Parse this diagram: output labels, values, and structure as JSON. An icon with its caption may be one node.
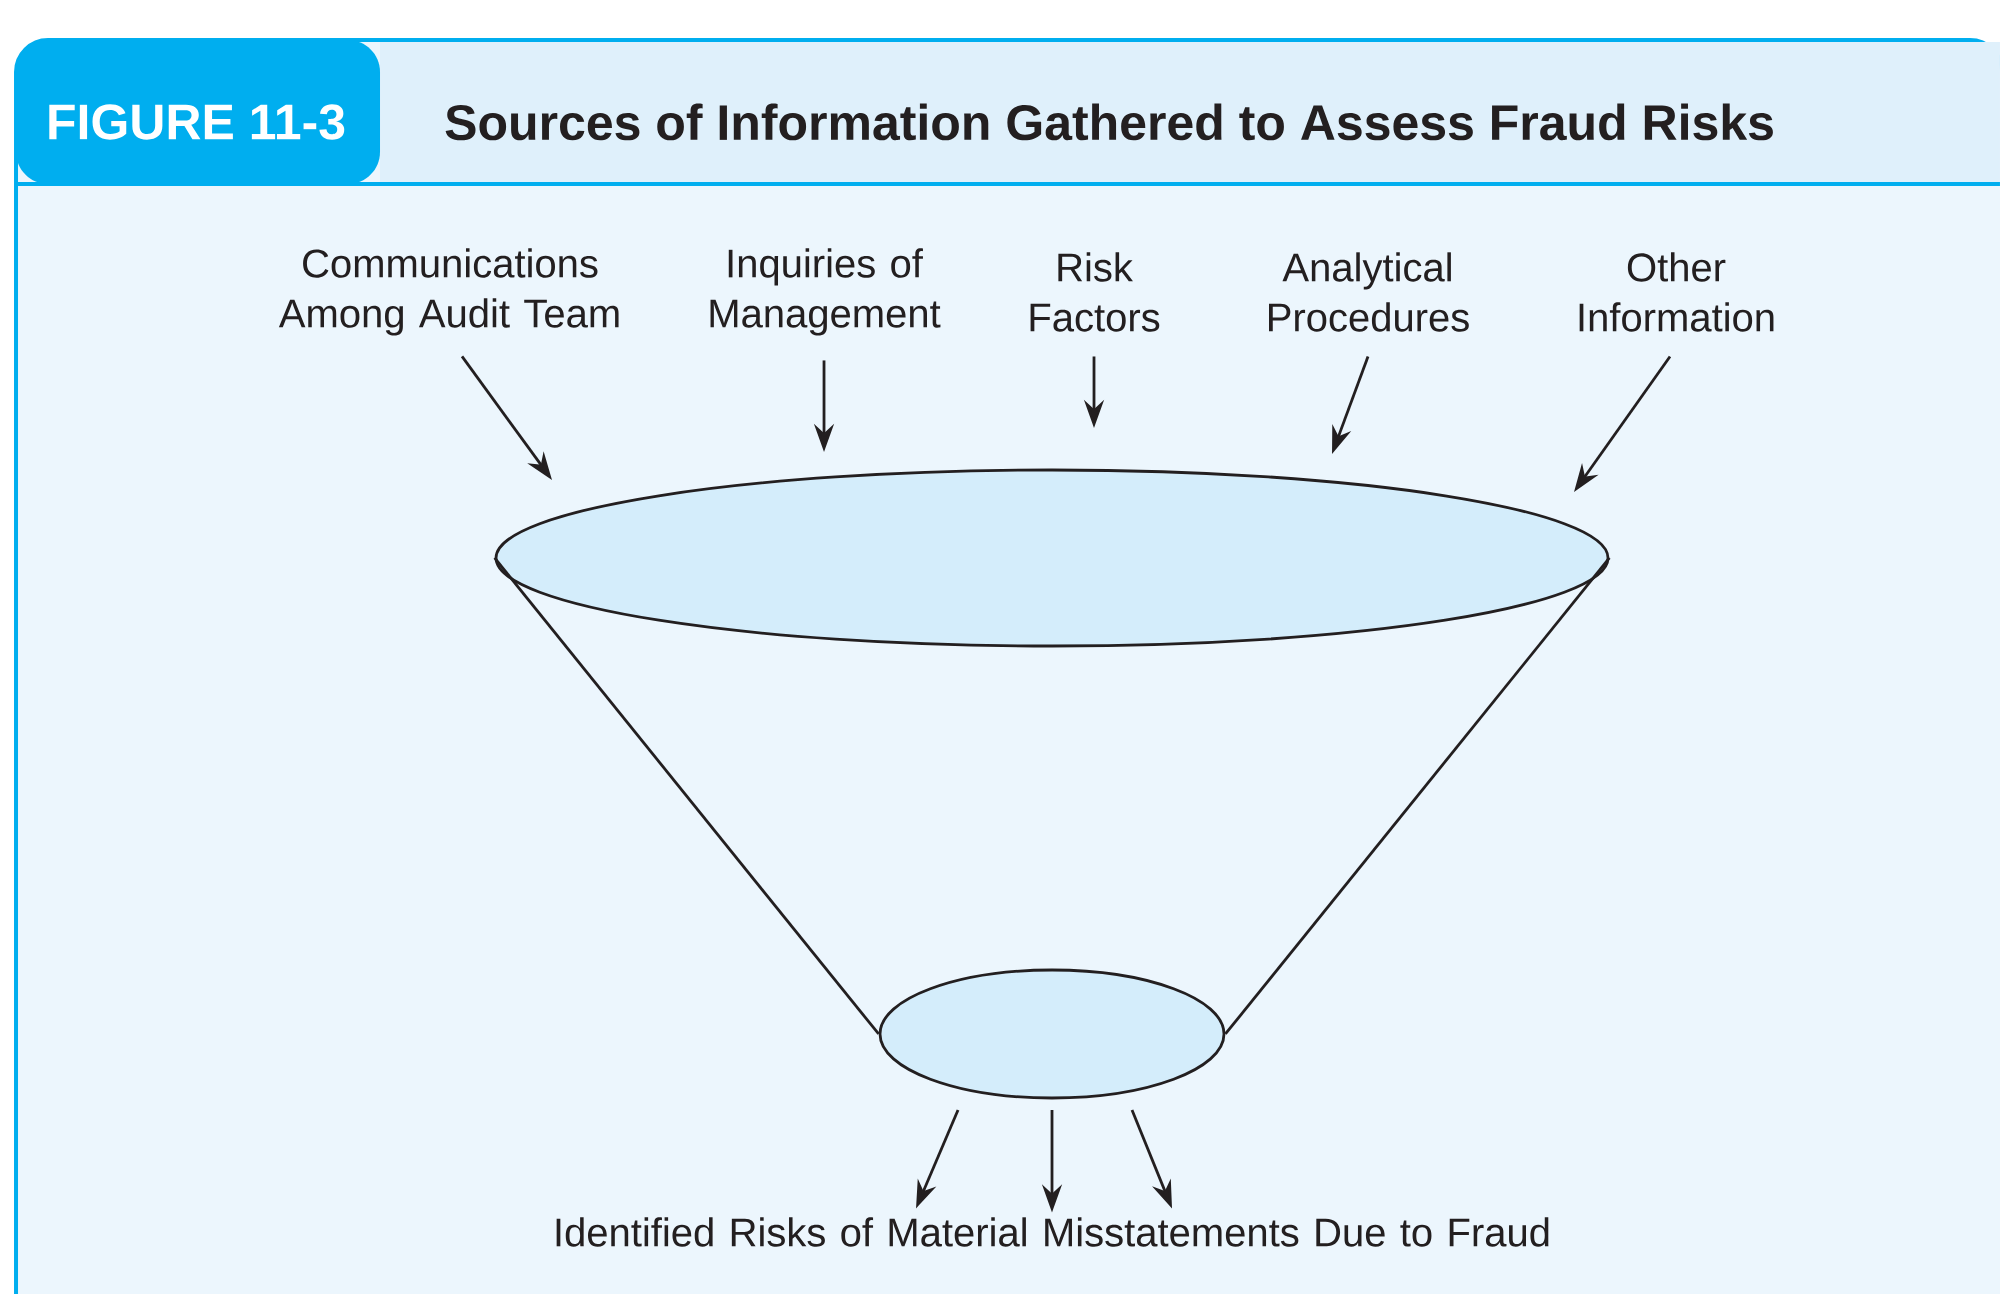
{
  "diagram": {
    "title": "Sources of Information Gathered to Assess Fraud Risks",
    "labels": [
      "FIGURE 11-3"
    ],
    "nodes": [
      {
        "text": [
          "Communications Among Audit Team"
        ]
      },
      {
        "text": [
          "Inquiries of Management"
        ]
      },
      {
        "text": [
          "Risk Factors"
        ]
      },
      {
        "text": [
          "Analytical Procedures"
        ]
      },
      {
        "text": [
          "Other Information"
        ]
      },
      {
        "text": [],
        "shape": "ellipse"
      },
      {
        "text": [],
        "shape": "ellipse"
      },
      {
        "text": [
          "Identified Risks of Material Misstatements Due to Fraud"
        ]
      }
    ],
    "edges": [
      {
        "from": 0,
        "to": 5,
        "arrow": "to"
      },
      {
        "from": 1,
        "to": 5,
        "arrow": "to"
      },
      {
        "from": 2,
        "to": 5,
        "arrow": "to"
      },
      {
        "from": 3,
        "to": 5,
        "arrow": "to"
      },
      {
        "from": 4,
        "to": 5,
        "arrow": "to"
      },
      {
        "from": 5,
        "to": 6,
        "arrow": "none"
      },
      {
        "from": 5,
        "to": 6,
        "arrow": "none"
      },
      {
        "from": 6,
        "to": 7,
        "arrow": "to"
      },
      {
        "from": 6,
        "to": 7,
        "arrow": "to"
      },
      {
        "from": 6,
        "to": 7,
        "arrow": "to"
      }
    ]
  }
}
